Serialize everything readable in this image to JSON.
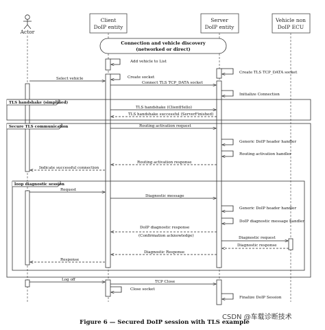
{
  "participants": {
    "actor": "Actor",
    "client": [
      "Client",
      "DoIP entity"
    ],
    "server": [
      "Server",
      "DoIP entity"
    ],
    "ecu": [
      "Vehicle non",
      "DoIP ECU"
    ]
  },
  "notes": {
    "discovery": [
      "Connection and vehicle discovery",
      "(networked or direct)"
    ]
  },
  "frames": {
    "tls_handshake": "TLS handshake (simplified)",
    "secure_tls": "Secure TLS communication",
    "loop": "loop diagnostic session"
  },
  "messages": {
    "add_vehicle": "Add vehicle to List",
    "create_tls_socket": "Create TLS TCP_DATA socket",
    "select_vehicle": "Select vehicle",
    "create_socket": "Create socket",
    "connect_tls": "Connect TLS TCP_DATA socket",
    "init_connection": "Initialize Connection",
    "tls_hs": "TLS handshake (ClientHello)",
    "tls_hs_ok": "TLS handshake successful (ServerFinished)",
    "routing_req": "Routing activation request",
    "gen_hdr_1": "Generic DoIP header handler",
    "routing_handler": "Routing activation handler",
    "routing_resp": "Routing activation response",
    "indicate_conn": "Indicate successful connection",
    "request": "Request",
    "diag_msg": "Diagnostic message",
    "gen_hdr_2": "Generic DoIP header handler",
    "diag_handler": "DoIP diagnostic message handler",
    "doip_diag_resp": "DoIP diagnostic response",
    "confirm_ack": "(Confirmation acknowledge)",
    "diag_request": "Diagnostic request",
    "diag_response_ecu": "Diagnostic response",
    "diag_response": "Diagnostic Response",
    "response": "Response",
    "log_off": "Log off",
    "tcp_close": "TCP Close",
    "close_socket": "Close socket",
    "finalize": "Finalize DoIP Session"
  },
  "caption": "Figure 6 — Secured DoIP session with TLS example",
  "watermark": "CSDN @车载诊断技术"
}
